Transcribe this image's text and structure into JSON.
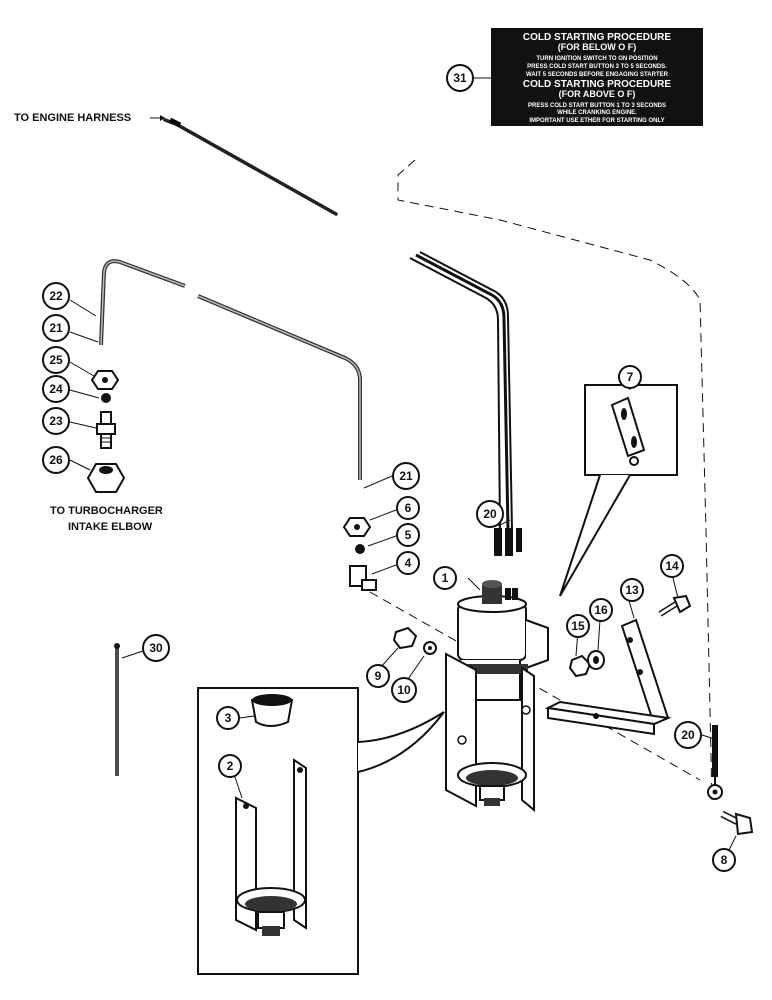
{
  "labels": {
    "to_engine_harness": "TO ENGINE HARNESS",
    "to_turbocharger_1": "TO TURBOCHARGER",
    "to_turbocharger_2": "INTAKE ELBOW"
  },
  "decal": {
    "title_below": "COLD STARTING PROCEDURE",
    "sub_below": "(FOR BELOW O F)",
    "line1": "TURN IGNITION SWITCH TO ON POSITION",
    "line2": "PRESS COLD START BUTTON 3 TO 5 SECONDS.",
    "line3": "WAIT 5 SECONDS BEFORE ENGAGING STARTER",
    "title_above": "COLD STARTING PROCEDURE",
    "sub_above": "(FOR ABOVE O F)",
    "line4": "PRESS COLD START BUTTON 1 TO 3 SECONDS",
    "line5": "WHILE CRANKING ENGINE.",
    "line6": "IMPORTANT  USE ETHER FOR STARTING ONLY"
  },
  "callouts": {
    "c1": "1",
    "c2": "2",
    "c3": "3",
    "c4": "4",
    "c5": "5",
    "c6": "6",
    "c7": "7",
    "c8": "8",
    "c9": "9",
    "c10": "10",
    "c13": "13",
    "c14": "14",
    "c15": "15",
    "c16": "16",
    "c20a": "20",
    "c20b": "20",
    "c21a": "21",
    "c21b": "21",
    "c22": "22",
    "c23": "23",
    "c24": "24",
    "c25": "25",
    "c26": "26",
    "c30": "30",
    "c31": "31"
  }
}
